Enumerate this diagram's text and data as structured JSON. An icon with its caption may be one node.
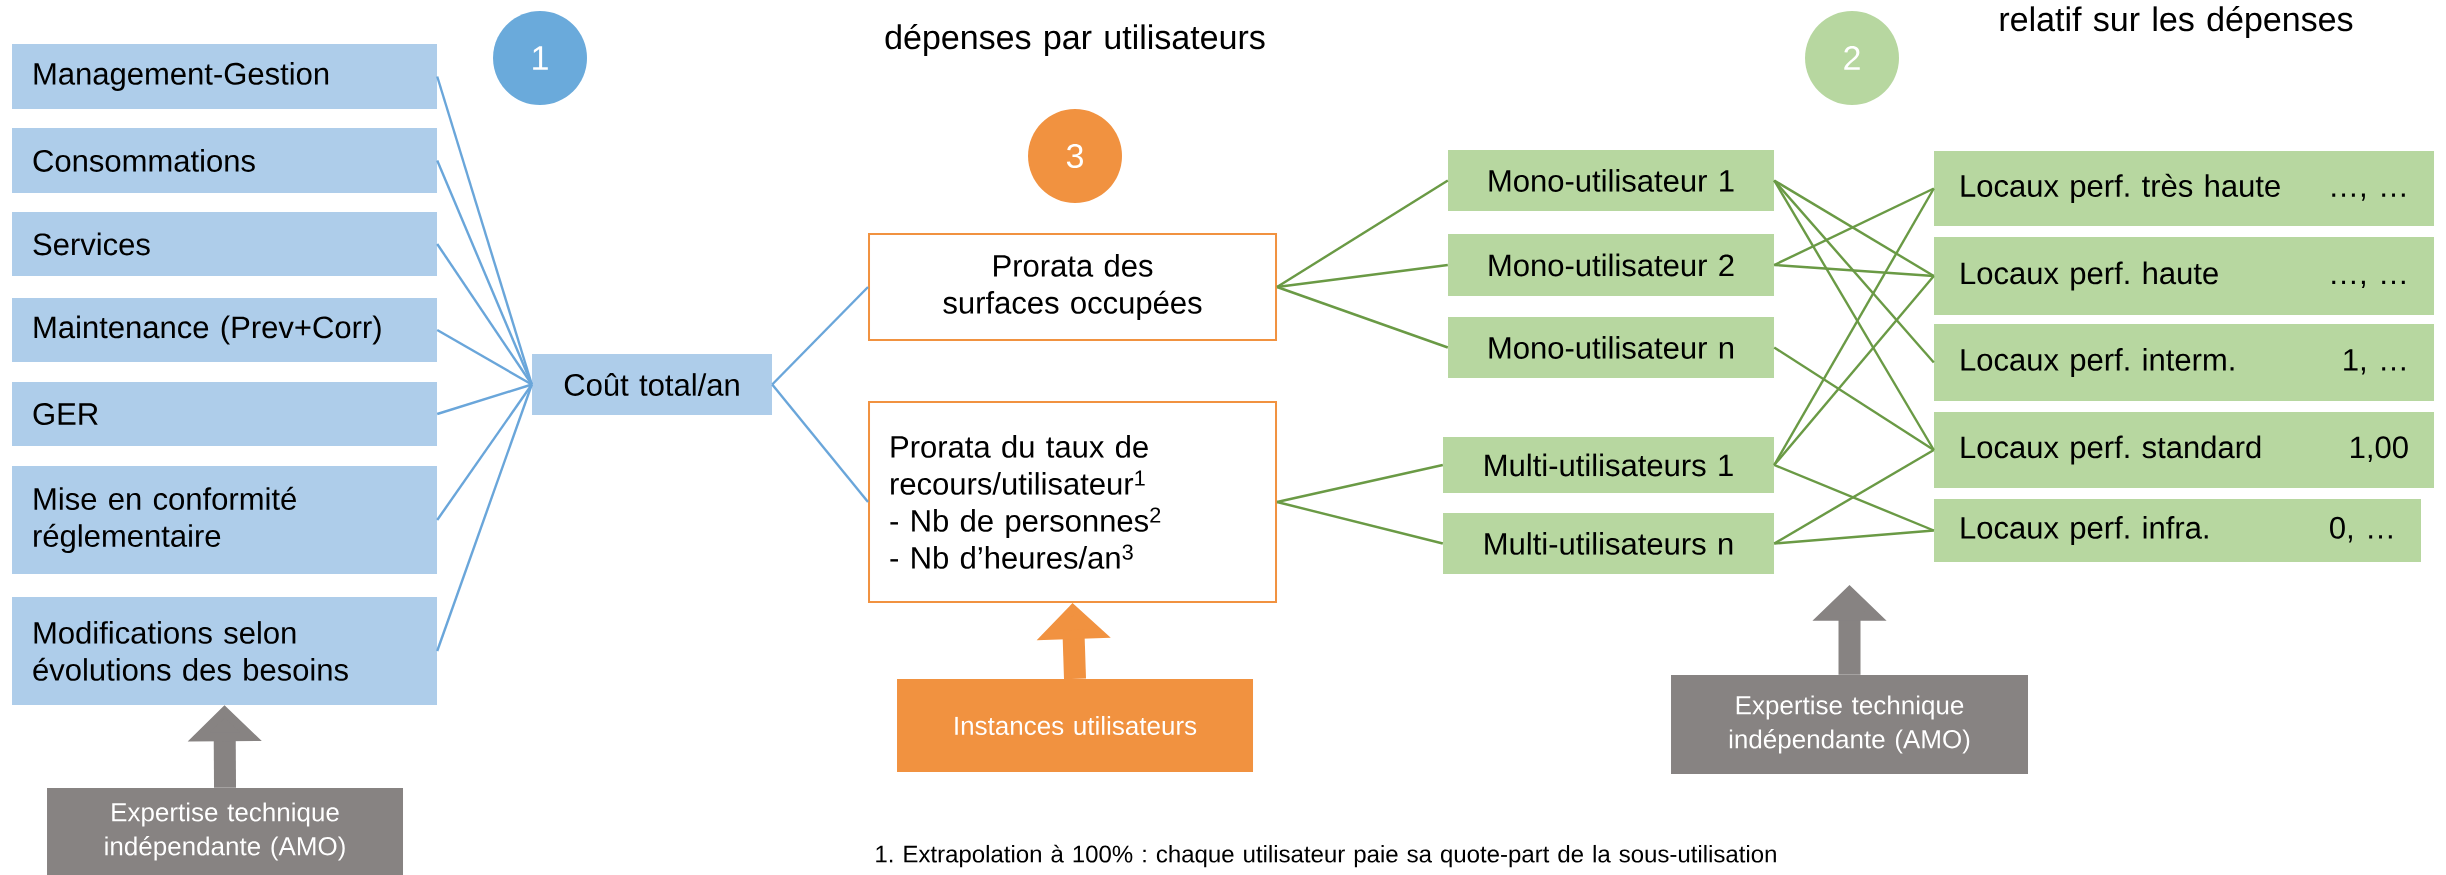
{
  "diagram": {
    "nodes": [
      {
        "text": [
          "Management-Gestion"
        ]
      },
      {
        "text": [
          "Consommations"
        ]
      },
      {
        "text": [
          "Services"
        ]
      },
      {
        "text": [
          "Maintenance (Prev+Corr)"
        ]
      },
      {
        "text": [
          "GER"
        ]
      },
      {
        "text": [
          "Mise en conformité réglementaire"
        ]
      },
      {
        "text": [
          "Modifications selon évolutions des besoins"
        ]
      },
      {
        "text": [
          "Expertise technique indépendante (AMO)"
        ]
      },
      {
        "text": [
          "1"
        ]
      },
      {
        "text": [
          "Coût total/an"
        ]
      },
      {
        "text": [
          "3"
        ]
      },
      {
        "text": [
          "Prorata des surfaces occupées"
        ]
      },
      {
        "text": [
          "Prorata du taux de recours/utilisateur$^{1}$",
          "- Nb de personnes$^{2}$",
          "- Nb d’heures/an$^{3}$"
        ]
      },
      {
        "text": [
          "Instances utilisateurs"
        ]
      },
      {
        "text": [
          "Mono-utilisateur 1"
        ]
      },
      {
        "text": [
          "Mono-utilisateur 2"
        ]
      },
      {
        "text": [
          "Mono-utilisateur n"
        ]
      },
      {
        "text": [
          "Multi-utilisateurs 1"
        ]
      },
      {
        "text": [
          "Multi-utilisateurs n"
        ]
      },
      {
        "text": [
          "2"
        ]
      },
      {
        "text": [
          "Locaux perf. très haute",
          "…, …"
        ]
      },
      {
        "text": [
          "Locaux perf. haute",
          "…, …"
        ]
      },
      {
        "text": [
          "Locaux perf. interm.",
          "1, …"
        ]
      },
      {
        "text": [
          "Locaux perf. standard",
          "1,00"
        ]
      },
      {
        "text": [
          "Locaux perf. infra.",
          "0, …"
        ]
      },
      {
        "text": [
          "Expertise technique indépendante (AMO)"
        ]
      }
    ],
    "edges": [
      {
        "from": 0,
        "to": 9,
        "arrow": "none",
        "color": "#6aa6da"
      },
      {
        "from": 1,
        "to": 9,
        "arrow": "none",
        "color": "#6aa6da"
      },
      {
        "from": 2,
        "to": 9,
        "arrow": "none",
        "color": "#6aa6da"
      },
      {
        "from": 3,
        "to": 9,
        "arrow": "none",
        "color": "#6aa6da"
      },
      {
        "from": 4,
        "to": 9,
        "arrow": "none",
        "color": "#6aa6da"
      },
      {
        "from": 5,
        "to": 9,
        "arrow": "none",
        "color": "#6aa6da"
      },
      {
        "from": 6,
        "to": 9,
        "arrow": "none",
        "color": "#6aa6da"
      },
      {
        "from": 9,
        "to": 11,
        "arrow": "none",
        "color": "#6aa6da"
      },
      {
        "from": 9,
        "to": 12,
        "arrow": "none",
        "color": "#6aa6da"
      },
      {
        "from": 11,
        "to": 14,
        "arrow": "none"
      },
      {
        "from": 11,
        "to": 15,
        "arrow": "none"
      },
      {
        "from": 11,
        "to": 16,
        "arrow": "none"
      },
      {
        "from": 12,
        "to": 17,
        "arrow": "none"
      },
      {
        "from": 12,
        "to": 18,
        "arrow": "none"
      },
      {
        "from": 14,
        "to": 21,
        "arrow": "none"
      },
      {
        "from": 14,
        "to": 22,
        "arrow": "none"
      },
      {
        "from": 14,
        "to": 23,
        "arrow": "none"
      },
      {
        "from": 15,
        "to": 20,
        "arrow": "none"
      },
      {
        "from": 15,
        "to": 21,
        "arrow": "none"
      },
      {
        "from": 16,
        "to": 23,
        "arrow": "none"
      },
      {
        "from": 17,
        "to": 20,
        "arrow": "none"
      },
      {
        "from": 17,
        "to": 21,
        "arrow": "none"
      },
      {
        "from": 17,
        "to": 24,
        "arrow": "none"
      },
      {
        "from": 18,
        "to": 23,
        "arrow": "none"
      },
      {
        "from": 18,
        "to": 24,
        "arrow": "none"
      },
      {
        "from": 7,
        "to": 6,
        "arrow": "to",
        "style": "thick",
        "color": "#878382"
      },
      {
        "from": 13,
        "to": 12,
        "arrow": "to",
        "style": "thick",
        "color": "#f19240"
      },
      {
        "from": 25,
        "to": null,
        "arrow": "to",
        "style": "thick",
        "color": "#878382"
      }
    ],
    "labels": [
      "dépenses par utilisateurs",
      "relatif sur les dépenses",
      "1. Extrapolation à 100% : chaque utilisateur paie sa quote-part de la sous-utilisation"
    ]
  }
}
